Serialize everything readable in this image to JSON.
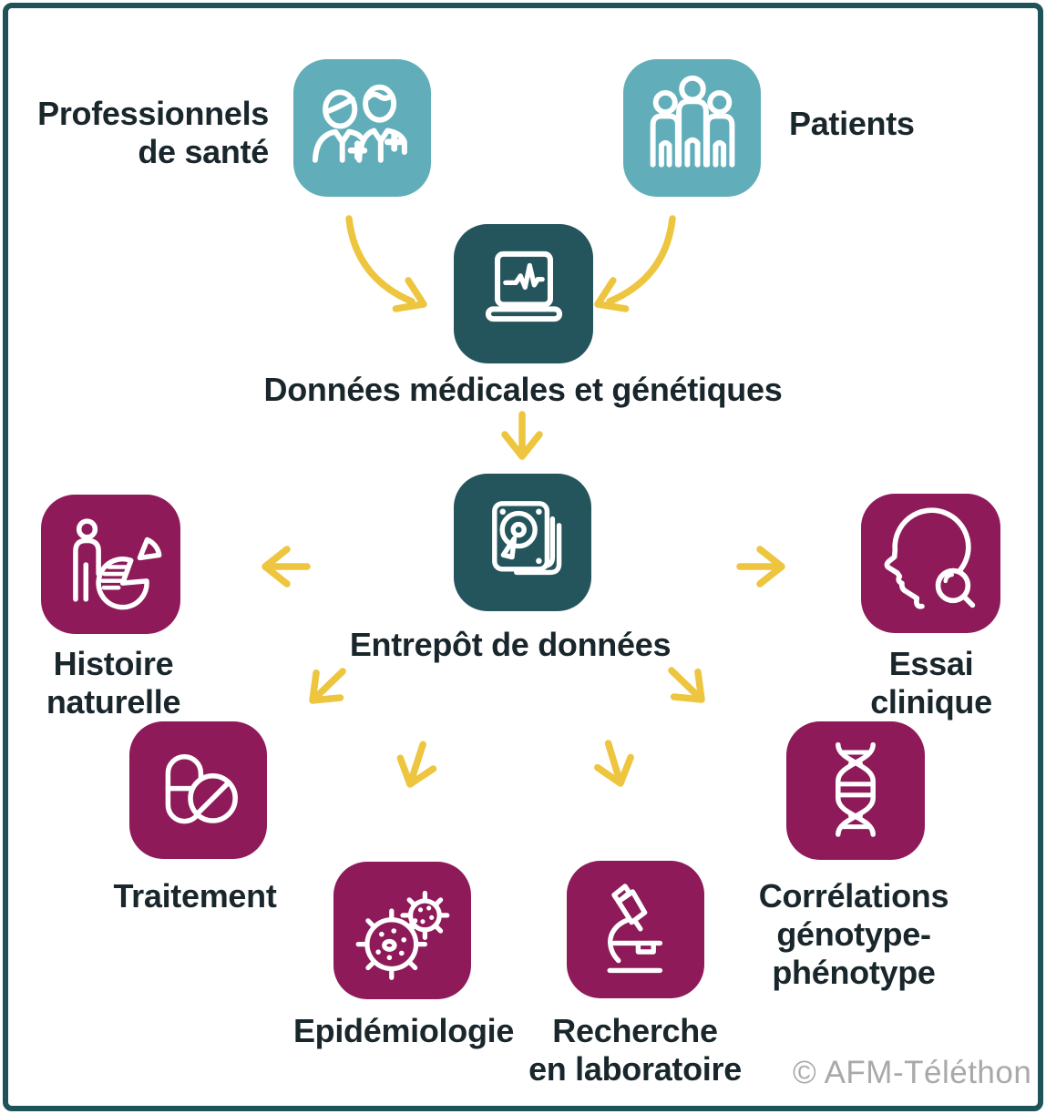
{
  "colors": {
    "light_teal": "#61aeba",
    "dark_teal": "#25555c",
    "magenta": "#8e1a59",
    "yellow": "#eec53f",
    "text": "#19262b",
    "border": "#1d5359",
    "copyright_gray": "#a9a9a9"
  },
  "nodes": {
    "professionals": {
      "label": "Professionnels\nde santé"
    },
    "patients": {
      "label": "Patients"
    },
    "medical_data": {
      "label": "Données médicales et génétiques"
    },
    "warehouse": {
      "label": "Entrepôt de données"
    },
    "natural_history": {
      "label": "Histoire\nnaturelle"
    },
    "clinical_trial": {
      "label": "Essai\nclinique"
    },
    "treatment": {
      "label": "Traitement"
    },
    "epidemiology": {
      "label": "Epidémiologie"
    },
    "lab_research": {
      "label": "Recherche\nen laboratoire"
    },
    "genotype_phenotype": {
      "label": "Corrélations\ngénotype-\nphénotype"
    }
  },
  "copyright": "© AFM-Téléthon"
}
